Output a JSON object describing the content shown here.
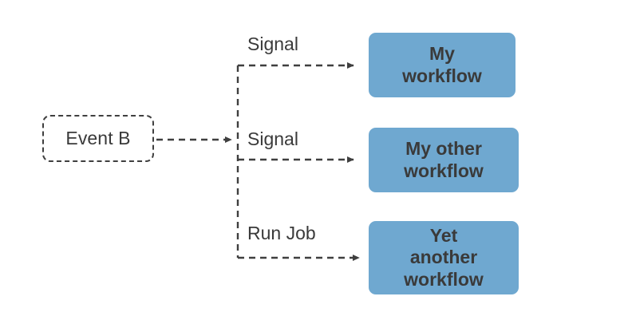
{
  "diagram": {
    "type": "flow-diagram",
    "background_color": "#ffffff",
    "node_fill_color": "#6fa8d0",
    "text_color": "#3a3a3a",
    "connector_color": "#3f3f3f",
    "source": {
      "label": "Event B",
      "shape": "dashed-rounded-rectangle"
    },
    "branches": [
      {
        "label": "Signal",
        "target": "My workflow"
      },
      {
        "label": "Signal",
        "target": "My other workflow"
      },
      {
        "label": "Run Job",
        "target": "Yet another workflow"
      }
    ],
    "targets": [
      {
        "line1": "My",
        "line2": "workflow",
        "line3": ""
      },
      {
        "line1": "My other",
        "line2": "workflow",
        "line3": ""
      },
      {
        "line1": "Yet",
        "line2": "another",
        "line3": "workflow"
      }
    ]
  }
}
